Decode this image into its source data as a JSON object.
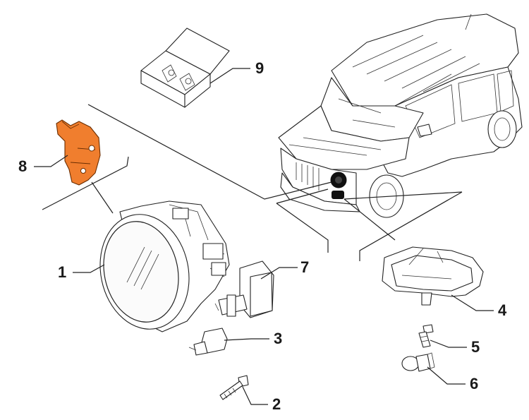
{
  "diagram": {
    "callouts": [
      {
        "id": "1",
        "label": "1"
      },
      {
        "id": "2",
        "label": "2"
      },
      {
        "id": "3",
        "label": "3"
      },
      {
        "id": "4",
        "label": "4"
      },
      {
        "id": "5",
        "label": "5"
      },
      {
        "id": "6",
        "label": "6"
      },
      {
        "id": "7",
        "label": "7"
      },
      {
        "id": "8",
        "label": "8"
      },
      {
        "id": "9",
        "label": "9"
      }
    ],
    "colors": {
      "highlight_part": "#f07e2e",
      "line": "#222222",
      "background": "#ffffff"
    },
    "icons": [
      "vehicle-icon",
      "headlamp-icon",
      "fog-lamp-icon",
      "bulb-icon",
      "screw-icon",
      "bracket-icon",
      "bulb-kit-box-icon"
    ]
  }
}
